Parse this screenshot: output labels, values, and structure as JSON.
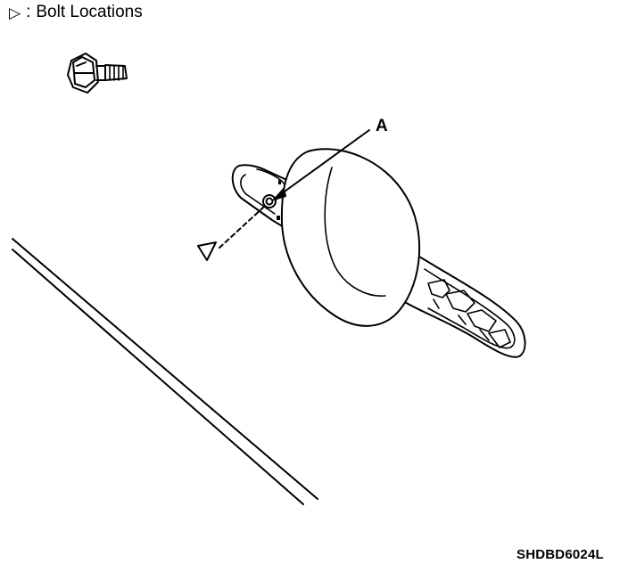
{
  "legend": {
    "symbol_icon": "triangle-outline-icon",
    "separator": ":",
    "text": "Bolt Locations"
  },
  "callout_a": "A",
  "figure_code": "SHDBD6024L",
  "bolt_icon": "flange-bolt-icon",
  "line_color": "#000000",
  "background": "#ffffff"
}
